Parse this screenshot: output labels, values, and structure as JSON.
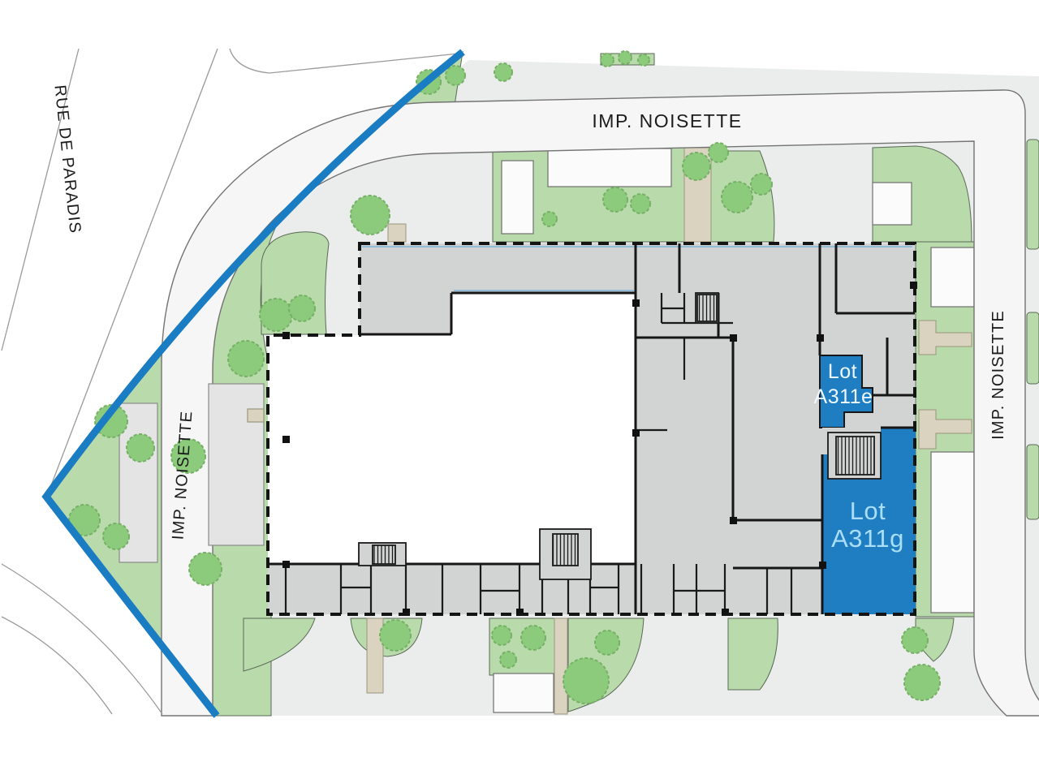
{
  "site_plan": {
    "streets": {
      "rue_de_paradis": "RUE DE PARADIS",
      "imp_noisette_top": "IMP. NOISETTE",
      "imp_noisette_left": "IMP. NOISETTE",
      "imp_noisette_right": "IMP. NOISETTE"
    },
    "lots": {
      "a311e": {
        "line1": "Lot",
        "line2": "A311e"
      },
      "a311g": {
        "line1": "Lot",
        "line2": "A311g"
      }
    },
    "colors": {
      "lot_fill": "#1f7dc2",
      "lot_label_light": "#a9def6",
      "boundary_blue": "#1a7cc2",
      "green_area": "#b9dbab",
      "tree_green": "#8ccb7c",
      "street_fill": "#f5f6f5",
      "building_gray": "#d2d3d3",
      "path_beige": "#d9d3bf",
      "site_background": "#ebecec"
    }
  }
}
